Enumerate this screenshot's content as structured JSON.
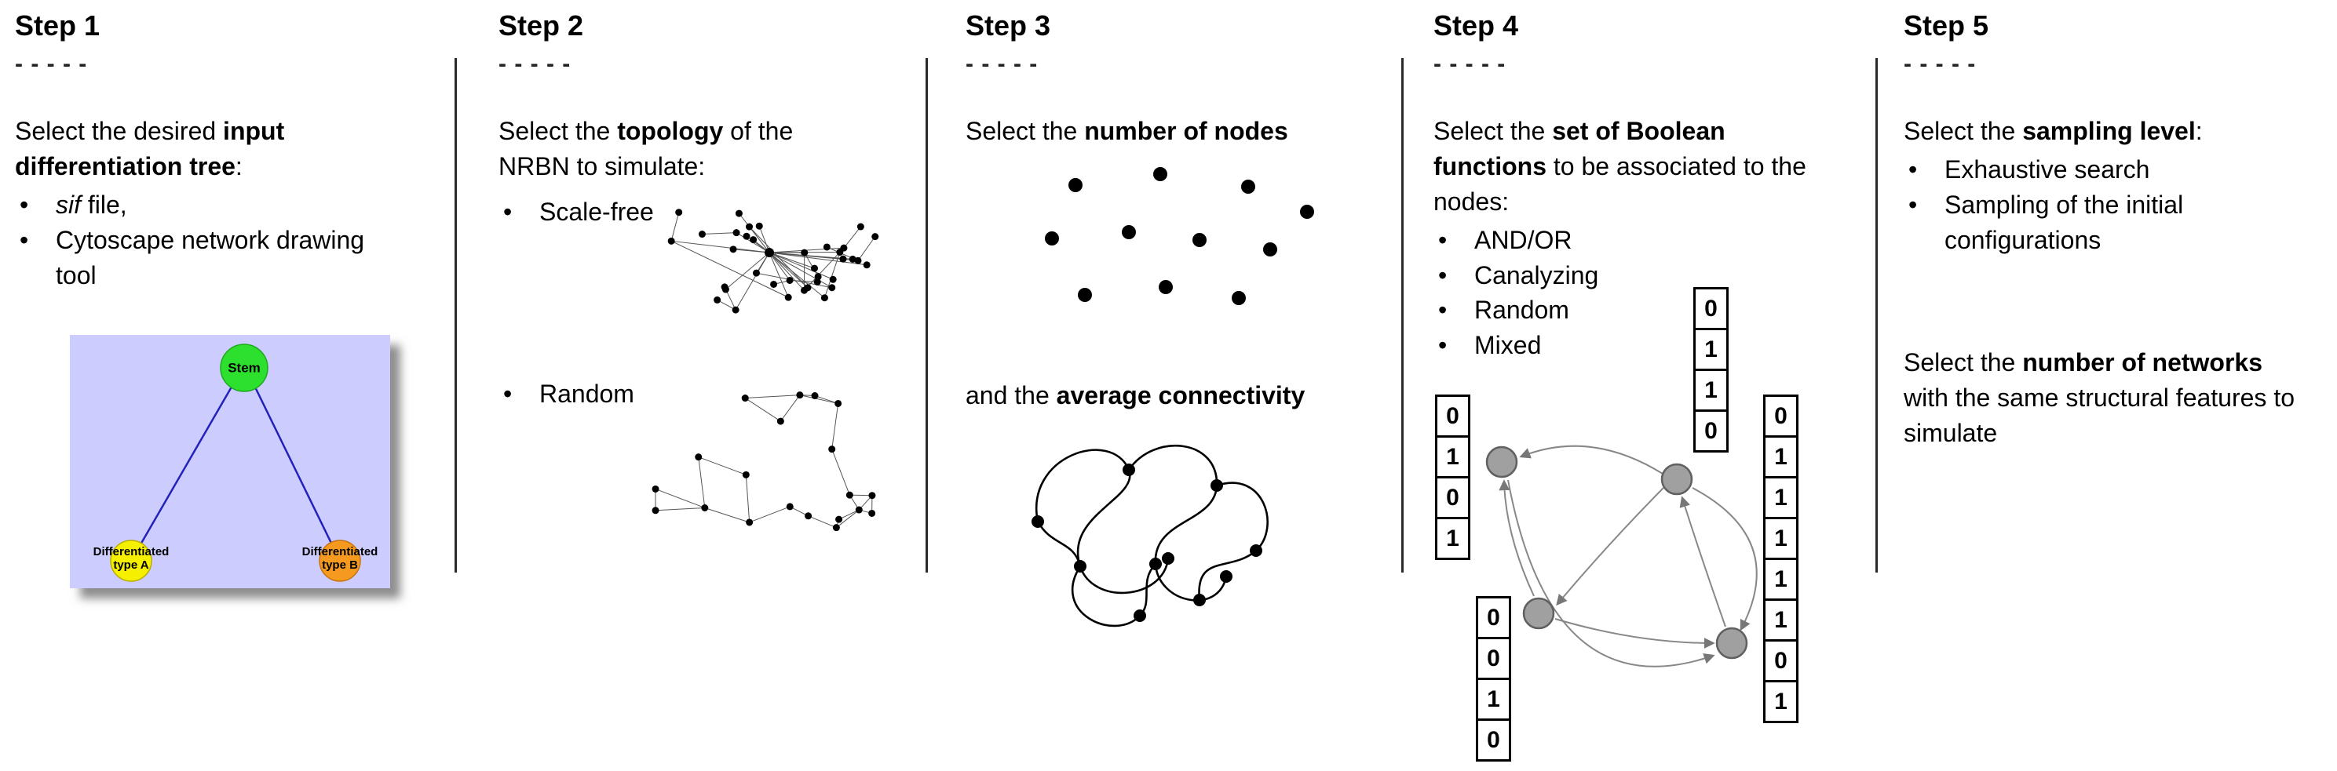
{
  "ui": {
    "bullet": "•"
  },
  "step1": {
    "title": "Step 1",
    "dashes": "- - - - -",
    "intro_pre": "Select the desired ",
    "intro_bold": "input differentiation tree",
    "intro_post": ":",
    "bullet1_italic": "sif",
    "bullet1_rest": " file,",
    "bullet2": "Cytoscape network drawing tool",
    "tree": {
      "stem": "Stem",
      "left_line1": "Differentiated",
      "left_line2": "type A",
      "right_line1": "Differentiated",
      "right_line2": "type B",
      "colors": {
        "bg": "#ccccfe",
        "stem": "#2ee02e",
        "left": "#f5ef00",
        "right": "#f59a1e",
        "edge": "#2222bb"
      }
    }
  },
  "step2": {
    "title": "Step 2",
    "dashes": "- - - - -",
    "intro_pre": "Select the ",
    "intro_bold": "topology",
    "intro_post": " of the NRBN to simulate:",
    "bullet1": "Scale-free",
    "bullet2": "Random"
  },
  "step3": {
    "title": "Step 3",
    "dashes": "- - - - -",
    "intro_pre": "Select the ",
    "intro_bold": "number of nodes",
    "line2_pre": "and the ",
    "line2_bold": "average connectivity"
  },
  "step4": {
    "title": "Step 4",
    "dashes": "- - - - -",
    "intro_pre": "Select the ",
    "intro_bold": "set of Boolean functions",
    "intro_post": " to be associated to the nodes:",
    "bullets": [
      "AND/OR",
      "Canalyzing",
      "Random",
      "Mixed"
    ],
    "tables": {
      "top": [
        "0",
        "1",
        "1",
        "0"
      ],
      "left": [
        "0",
        "1",
        "0",
        "1"
      ],
      "right": [
        "0",
        "1",
        "1",
        "1",
        "1",
        "1",
        "0",
        "1"
      ],
      "bottom_left": [
        "0",
        "0",
        "1",
        "0"
      ]
    }
  },
  "step5": {
    "title": "Step 5",
    "dashes": "- - - - -",
    "intro_pre": "Select the ",
    "intro_bold": "sampling level",
    "intro_post": ":",
    "bullets": [
      "Exhaustive search",
      "Sampling of the initial configurations"
    ],
    "para_pre": "Select the ",
    "para_bold": "number of networks",
    "para_post": " with the same structural features to simulate"
  }
}
